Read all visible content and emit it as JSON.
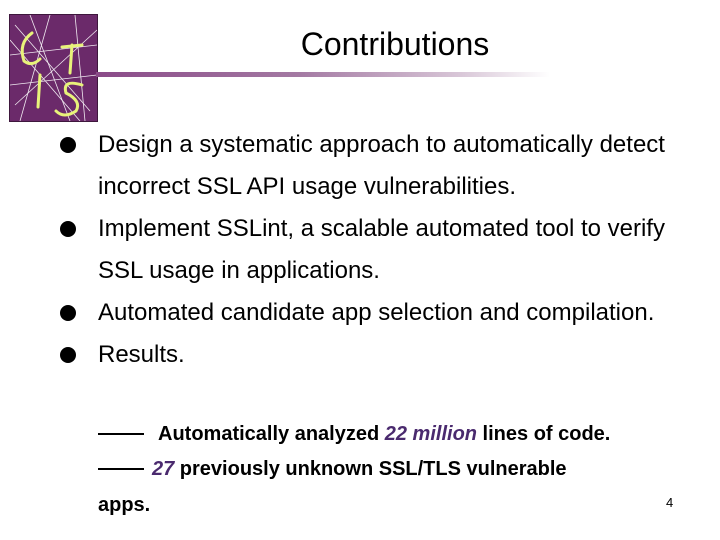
{
  "slide": {
    "title": "Contributions",
    "bullets": [
      {
        "text": "Design a systematic approach to automatically detect incorrect SSL API usage vulnerabilities."
      },
      {
        "text": "Implement SSLint, a scalable automated tool to verify SSL usage in applications."
      },
      {
        "text": "Automated candidate app selection and compilation."
      },
      {
        "text": "Results."
      }
    ],
    "results": [
      {
        "before": "Automatically analyzed ",
        "highlight": "22 million",
        "after": " lines of code."
      },
      {
        "highlight": "27",
        "after": " previously unknown SSL/TLS vulnerable",
        "wrap": "apps."
      }
    ],
    "page_number": "4"
  },
  "logo": {
    "letters": [
      "C",
      "T",
      "I",
      "S"
    ]
  },
  "colors": {
    "logo_bg": "#6b2a6a",
    "logo_lines": "#e8f27a",
    "highlight": "#4a2a6e"
  }
}
